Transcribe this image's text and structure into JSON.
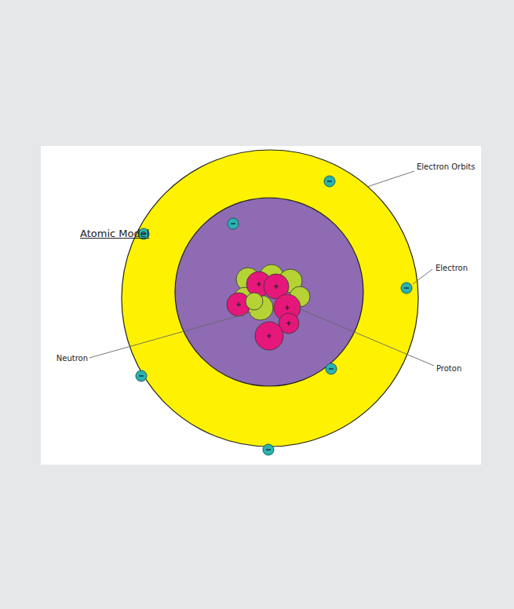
{
  "diagram": {
    "title": "Atomic Model",
    "labels": [
      "Electron Orbits",
      "Electron",
      "Neutron",
      "Proton"
    ]
  }
}
